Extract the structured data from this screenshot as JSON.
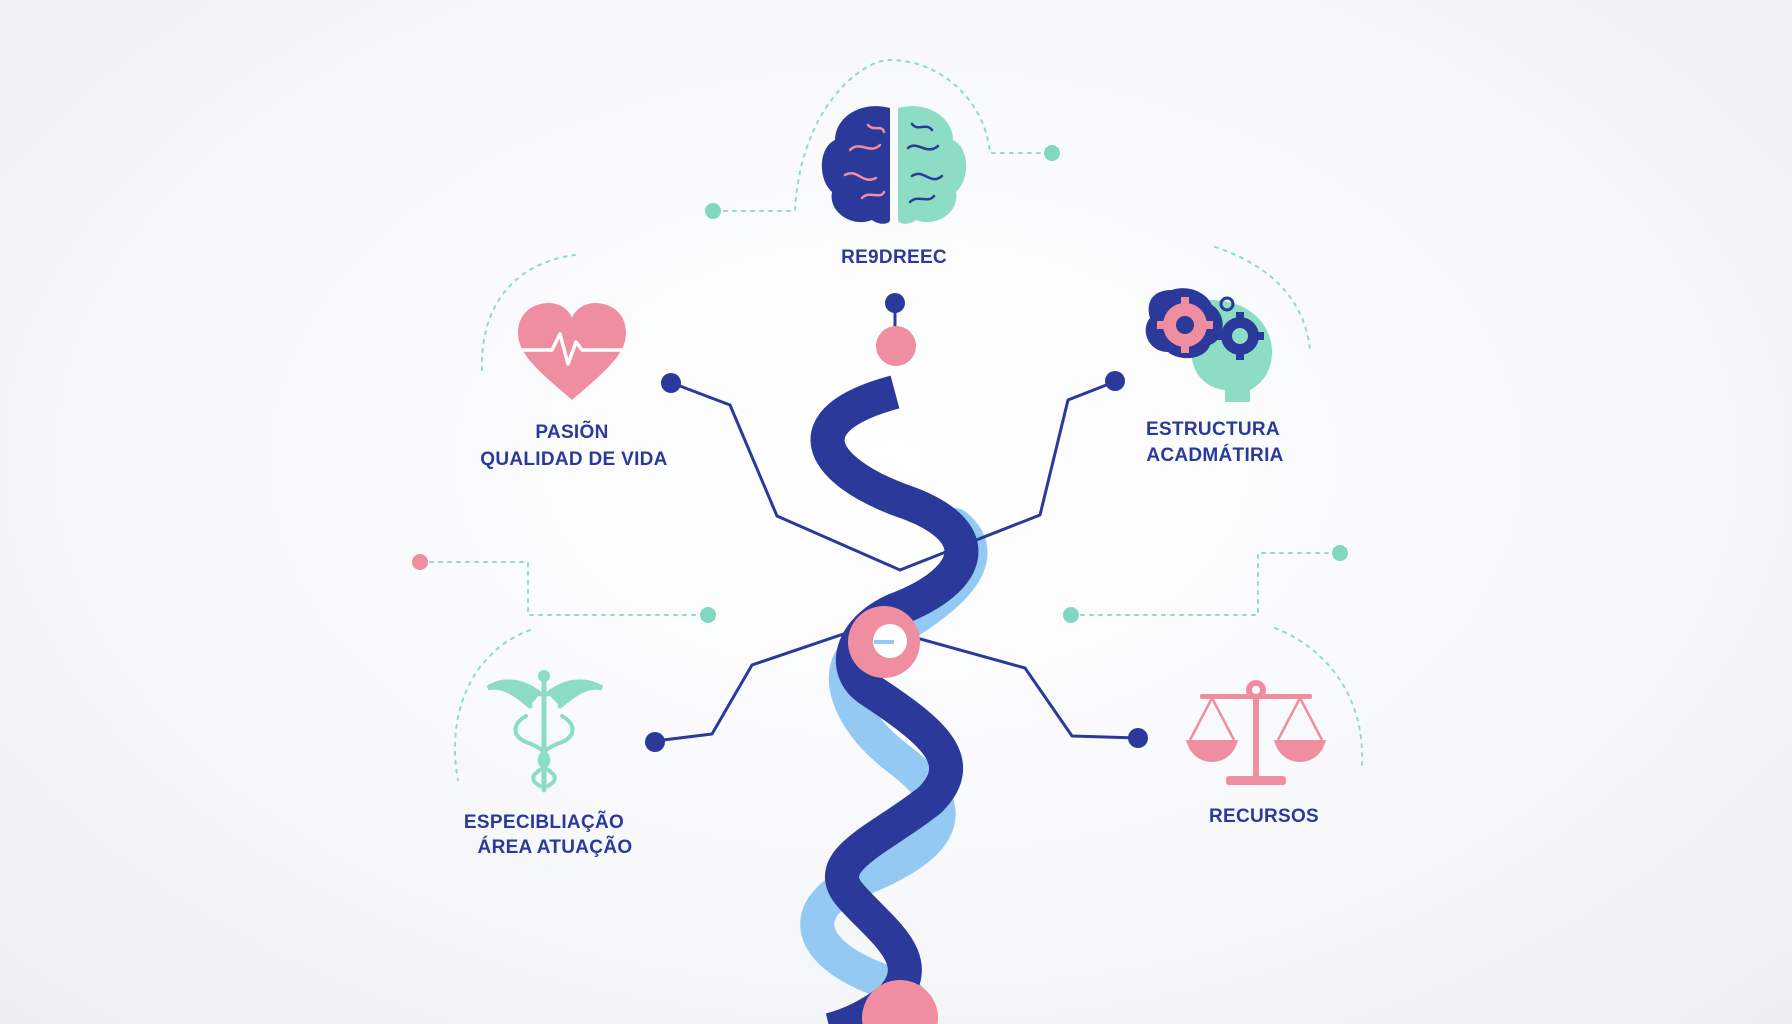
{
  "colors": {
    "navy": "#2b3a9a",
    "light_blue": "#93c9f3",
    "pink": "#ef8ea0",
    "mint": "#8ddcc4",
    "dot_mint": "#7fd8bf"
  },
  "nodes": {
    "top": {
      "label": "RE9DREEC",
      "icon": "brain-icon"
    },
    "upper_left": {
      "line1": "PASIÕN",
      "line2": "QUALIDAD DE VIDA",
      "icon": "heart-pulse-icon"
    },
    "upper_right": {
      "line1": "ESTRUCTURA",
      "line2": "ACADMÁTIRIA",
      "icon": "gears-head-icon"
    },
    "lower_left": {
      "line1": "ESPECIBLIAÇÃO",
      "line2": "ÁREA ATUAÇÃO",
      "icon": "caduceus-icon"
    },
    "lower_right": {
      "label": "RECURSOS",
      "icon": "scales-icon"
    }
  }
}
